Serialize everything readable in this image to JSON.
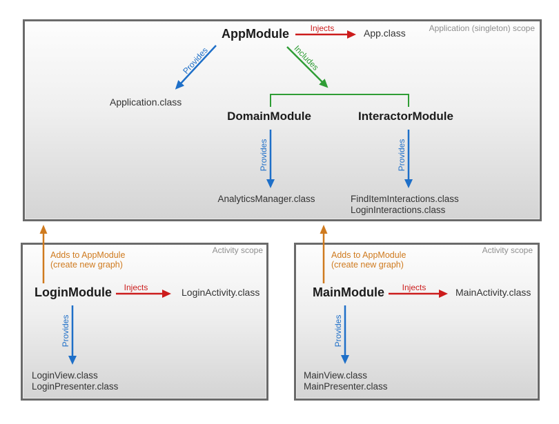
{
  "colors": {
    "red": "#cc1c1c",
    "blue": "#1e6fc8",
    "green": "#2f9d35",
    "orange": "#cf7a1e",
    "border": "#6a6a6a",
    "scope_text": "#8e8e8e"
  },
  "app_scope": {
    "label": "Application (singleton) scope",
    "app_module": "AppModule",
    "injects_label": "Injects",
    "app_class": "App.class",
    "provides_label": "Provides",
    "includes_label": "Includes",
    "application_class": "Application.class",
    "domain_module": "DomainModule",
    "interactor_module": "InteractorModule",
    "domain_provides_label": "Provides",
    "interactor_provides_label": "Provides",
    "analytics_class": "AnalyticsManager.class",
    "interactor_classes": [
      "FindItemInteractions.class",
      "LoginInteractions.class"
    ]
  },
  "login_scope": {
    "label": "Activity scope",
    "adds_line1": "Adds to AppModule",
    "adds_line2": "(create new graph)",
    "module": "LoginModule",
    "injects_label": "Injects",
    "activity_class": "LoginActivity.class",
    "provides_label": "Provides",
    "classes": [
      "LoginView.class",
      "LoginPresenter.class"
    ]
  },
  "main_scope": {
    "label": "Activity scope",
    "adds_line1": "Adds to AppModule",
    "adds_line2": "(create new graph)",
    "module": "MainModule",
    "injects_label": "Injects",
    "activity_class": "MainActivity.class",
    "provides_label": "Provides",
    "classes": [
      "MainView.class",
      "MainPresenter.class"
    ]
  }
}
